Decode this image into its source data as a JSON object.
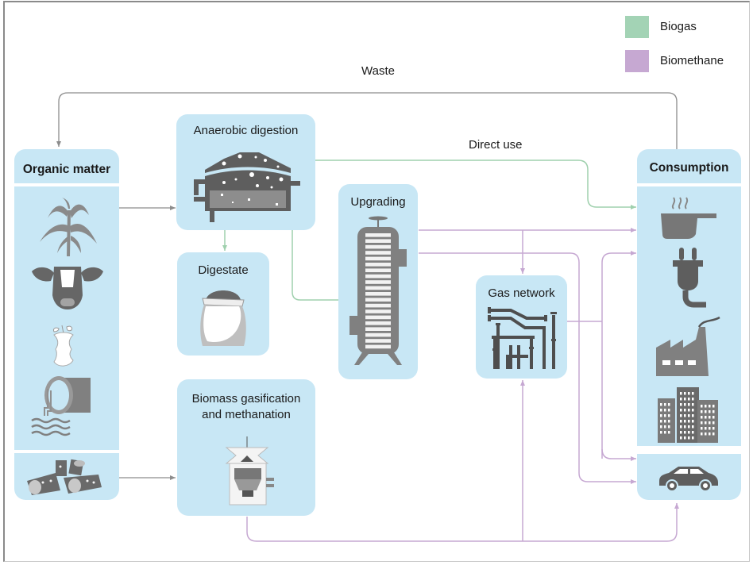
{
  "legend": {
    "items": [
      {
        "label": "Biogas",
        "color": "#a3d3b5"
      },
      {
        "label": "Biomethane",
        "color": "#c6a8d2"
      }
    ]
  },
  "flows": {
    "waste": "Waste",
    "direct_use": "Direct use"
  },
  "colors": {
    "box_fill": "#c8e7f5",
    "neutral_line": "#8c8c8c",
    "biogas_line": "#9fd0ad",
    "biomethane_line": "#c6a8d2",
    "icon_gray": "#6e6e6e"
  },
  "nodes": {
    "organic_matter": {
      "title": "Organic matter",
      "icons": [
        "maize-plant-icon",
        "cow-icon",
        "apple-core-icon",
        "sewage-pipe-icon",
        "wood-logs-icon"
      ]
    },
    "anaerobic_digestion": {
      "title": "Anaerobic digestion",
      "icon": "digester-tank-icon"
    },
    "digestate": {
      "title": "Digestate",
      "icon": "fertilizer-sack-icon"
    },
    "gasification": {
      "title_line1": "Biomass gasification",
      "title_line2": "and methanation",
      "icon": "gasifier-icon"
    },
    "upgrading": {
      "title": "Upgrading",
      "icon": "column-tower-icon"
    },
    "gas_network": {
      "title": "Gas network",
      "icon": "pipeline-icon"
    },
    "consumption": {
      "title": "Consumption",
      "icons": [
        "cooking-pot-icon",
        "power-plug-icon",
        "factory-icon",
        "buildings-icon",
        "car-icon"
      ]
    }
  }
}
